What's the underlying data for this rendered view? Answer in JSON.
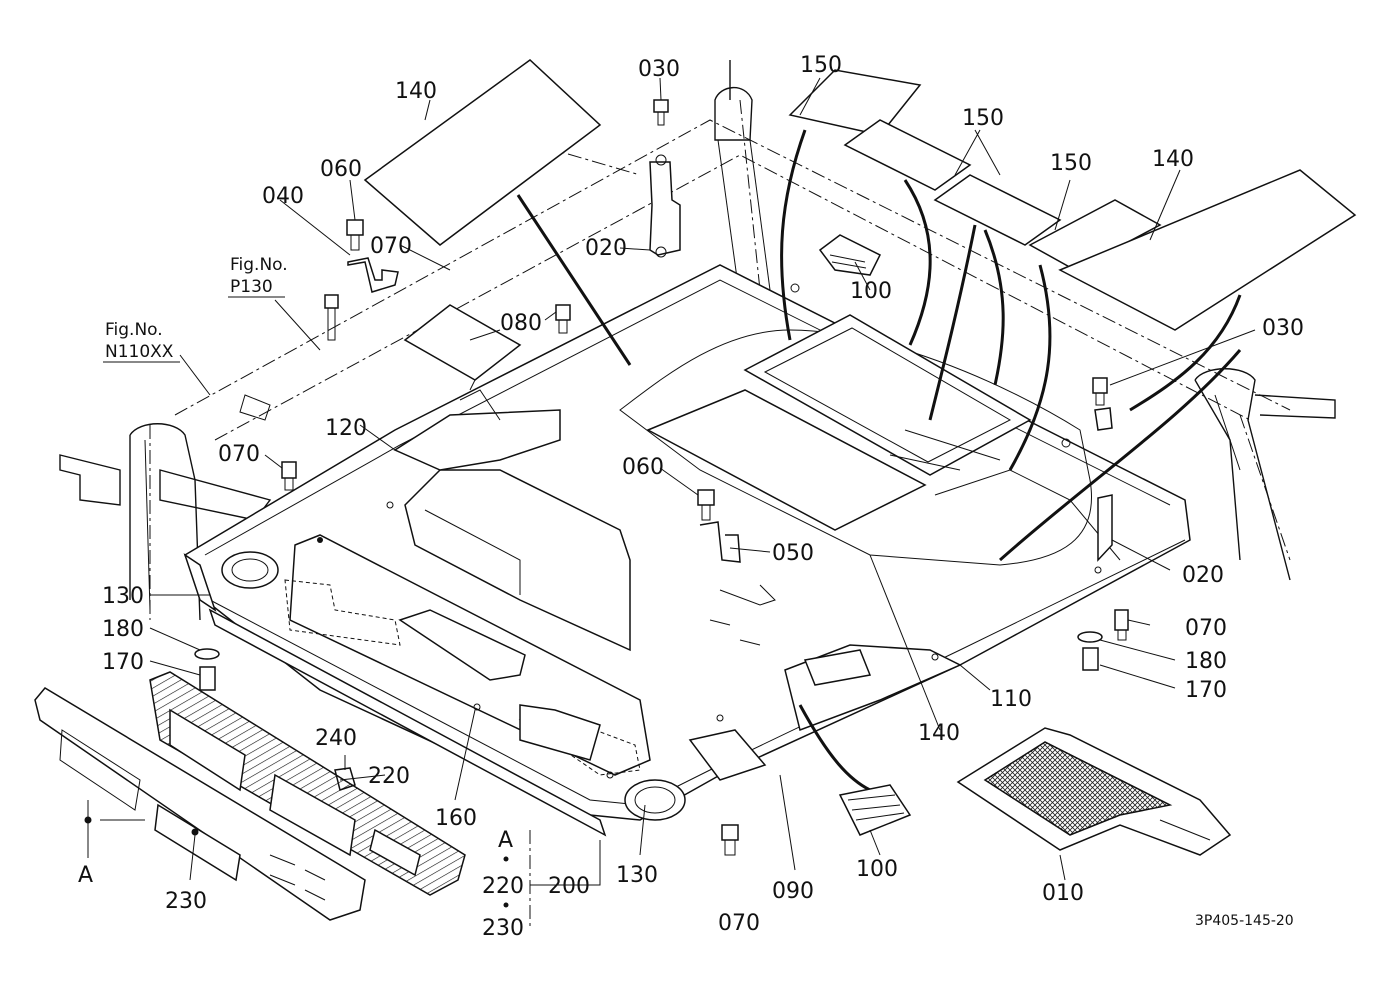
{
  "diagram": {
    "drawing_code": "3P405-145-20",
    "figure_refs": [
      {
        "line1": "Fig.No.",
        "line2": "P130"
      },
      {
        "line1": "Fig.No.",
        "line2": "N110XX"
      }
    ],
    "callouts": {
      "c010": "010",
      "c020a": "020",
      "c020b": "020",
      "c030a": "030",
      "c030b": "030",
      "c040": "040",
      "c050": "050",
      "c060a": "060",
      "c060b": "060",
      "c070a": "070",
      "c070b": "070",
      "c070c": "070",
      "c070d": "070",
      "c080": "080",
      "c090": "090",
      "c100a": "100",
      "c100b": "100",
      "c110": "110",
      "c120": "120",
      "c130a": "130",
      "c130b": "130",
      "c140a": "140",
      "c140b": "140",
      "c140c": "140",
      "c150a": "150",
      "c150b": "150",
      "c150c": "150",
      "c160": "160",
      "c170a": "170",
      "c170b": "170",
      "c180a": "180",
      "c180b": "180",
      "c200": "200",
      "c220a": "220",
      "c220b": "220",
      "c230a": "230",
      "c230b": "230",
      "c240": "240",
      "ref_a1": "A",
      "ref_a2": "A"
    }
  }
}
